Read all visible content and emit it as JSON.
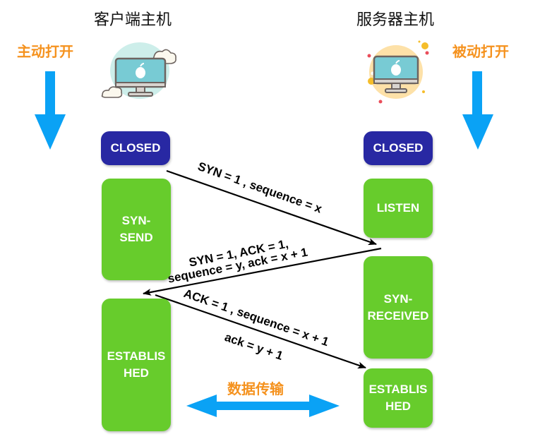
{
  "client": {
    "title": "客户端主机",
    "open_label": "主动打开",
    "icon": "desktop-computer-cloud-icon",
    "states": [
      "CLOSED",
      "SYN-\nSEND",
      "ESTABLIS\nHED"
    ]
  },
  "server": {
    "title": "服务器主机",
    "open_label": "被动打开",
    "icon": "desktop-computer-sun-icon",
    "states": [
      "CLOSED",
      "LISTEN",
      "SYN-\nRECEIVED",
      "ESTABLIS\nHED"
    ]
  },
  "messages": {
    "m1": "SYN = 1 , sequence = x",
    "m2_line1": "SYN = 1, ACK = 1,",
    "m2_line2": "sequence = y, ack = x + 1",
    "m3_line1": "ACK = 1 , sequence = x + 1",
    "m3_line2": "ack = y + 1"
  },
  "data_transfer_label": "数据传输",
  "colors": {
    "closed_state": "#2828a3",
    "active_state": "#67cc2c",
    "open_label": "#f5921e",
    "arrow_blue": "#0aa2f5"
  }
}
